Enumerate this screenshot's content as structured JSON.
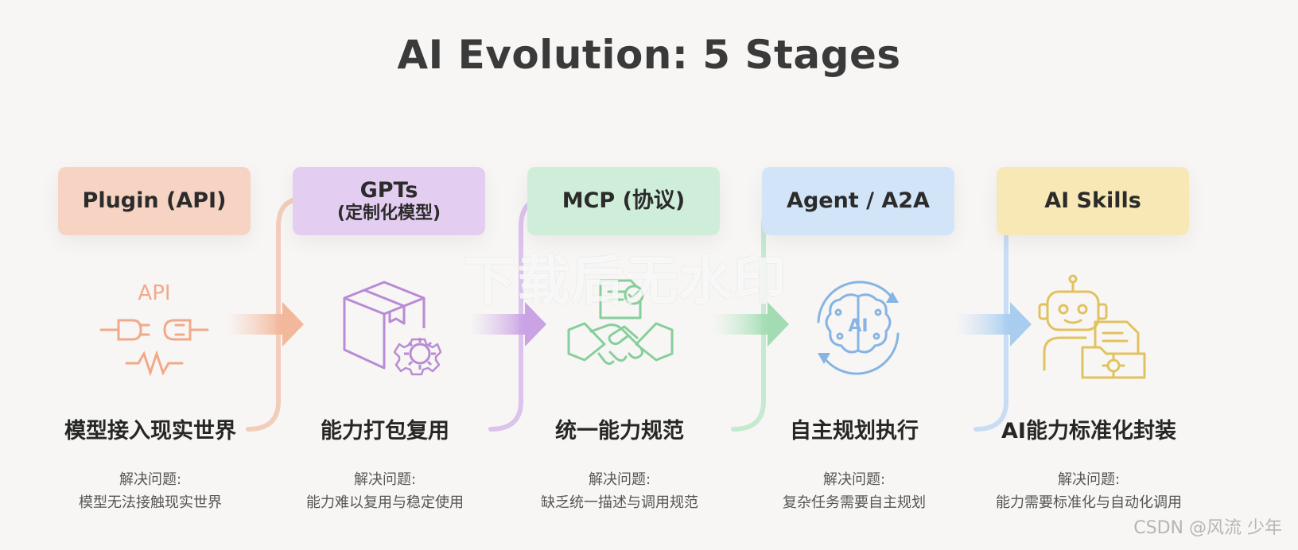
{
  "title": "AI Evolution: 5 Stages",
  "stages": [
    {
      "name": "Plugin (API)",
      "sub": "",
      "icon": "plug-api-icon",
      "icon_text": "API",
      "tagline": "模型接入现实世界",
      "problem_label": "解决问题:",
      "problem": "模型无法接触现实世界",
      "color": "#f6d3c3",
      "accent": "#f2a98a"
    },
    {
      "name": "GPTs",
      "sub": "(定制化模型)",
      "icon": "package-gear-icon",
      "icon_text": "",
      "tagline": "能力打包复用",
      "problem_label": "解决问题:",
      "problem": "能力难以复用与稳定使用",
      "color": "#e3cdf0",
      "accent": "#b98bd6"
    },
    {
      "name": "MCP (协议)",
      "sub": "",
      "icon": "handshake-document-icon",
      "icon_text": "",
      "tagline": "统一能力规范",
      "problem_label": "解决问题:",
      "problem": "缺乏统一描述与调用规范",
      "color": "#cfeed9",
      "accent": "#86cf9b"
    },
    {
      "name": "Agent / A2A",
      "sub": "",
      "icon": "ai-brain-icon",
      "icon_text": "AI",
      "tagline": "自主规划执行",
      "problem_label": "解决问题:",
      "problem": "复杂任务需要自主规划",
      "color": "#d2e4f7",
      "accent": "#86b4e3"
    },
    {
      "name": "AI Skills",
      "sub": "",
      "icon": "robot-folder-icon",
      "icon_text": "",
      "tagline": "AI能力标准化封装",
      "problem_label": "解决问题:",
      "problem": "能力需要标准化与自动化调用",
      "color": "#f8e8b6",
      "accent": "#e2c15f"
    }
  ],
  "watermark": "下载后无水印",
  "credit": "CSDN @风流 少年"
}
